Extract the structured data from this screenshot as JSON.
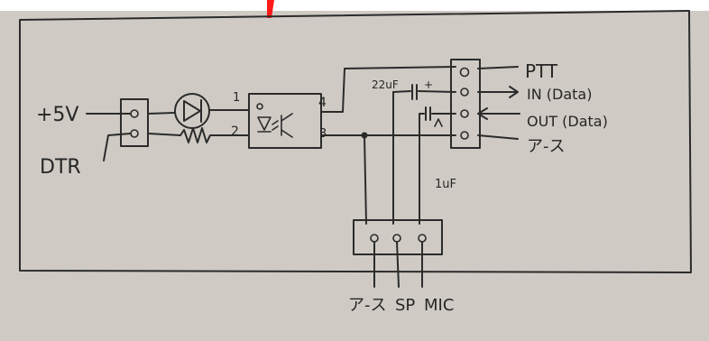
{
  "labels": {
    "plus5v": "+5V",
    "dtr": "DTR",
    "opto_pin1": "1",
    "opto_pin2": "2",
    "opto_pin3": "3",
    "opto_pin4": "4",
    "cap_22uf": "22uF",
    "cap_plus": "+",
    "cap_1uf": "1uF",
    "ptt": "PTT",
    "in_data": "IN (Data)",
    "out_data": "OUT (Data)",
    "ground_right": "ア-ス",
    "ground_bottom": "ア-ス",
    "sp": "SP",
    "mic": "MIC"
  },
  "colors": {
    "paper": "#cfcbc4",
    "paper_shadow": "#bcb8b1",
    "ink": "#2b2b2b",
    "red_mark": "#ff1a1a"
  }
}
